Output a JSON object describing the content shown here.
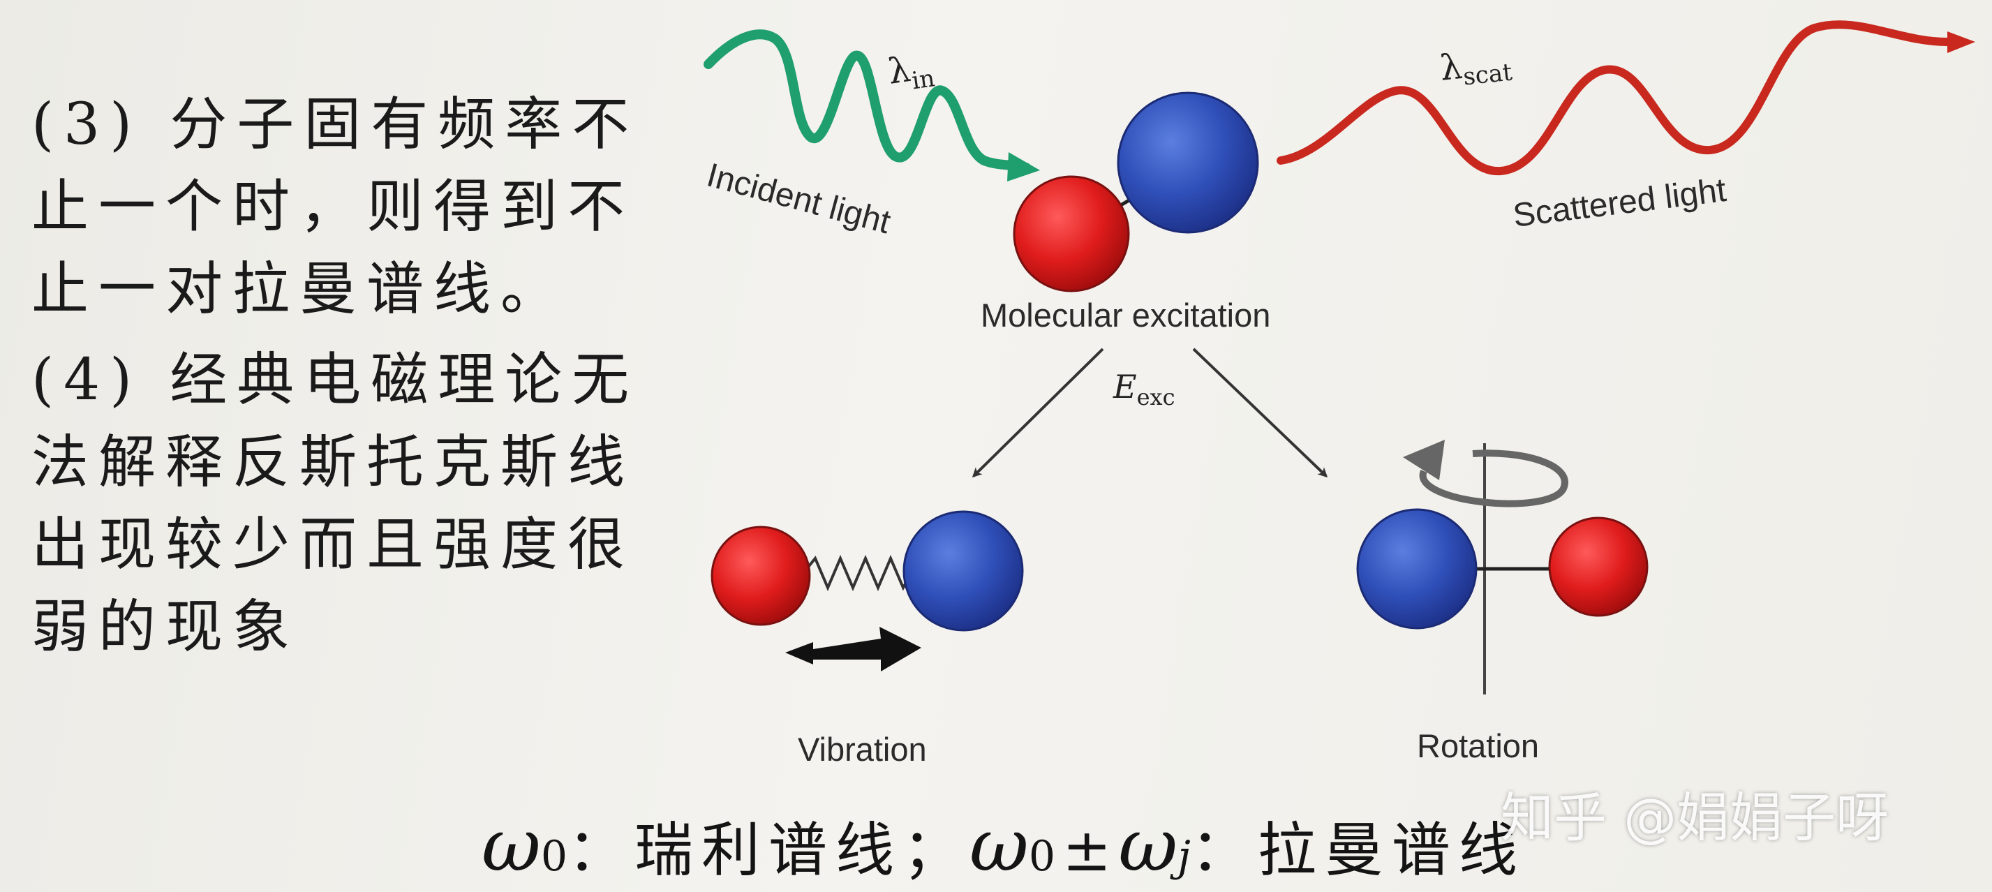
{
  "left_text": {
    "item3": "(3) 分子固有频率不止一个时，则得到不止一对拉曼谱线。",
    "item4": "(4) 经典电磁理论无法解释反斯托克斯线出现较少而且强度很弱的现象"
  },
  "diagram": {
    "incident_label": "Incident light",
    "lambda_in": "λ",
    "lambda_in_sub": "in",
    "scattered_label": "Scattered light",
    "lambda_scat": "λ",
    "lambda_scat_sub": "scat",
    "molecular_label": "Molecular excitation",
    "e_exc": "E",
    "e_exc_sub": "exc",
    "vibration_label": "Vibration",
    "rotation_label": "Rotation"
  },
  "formula": {
    "omega": "ω",
    "sub0": "0",
    "rayleigh": "：瑞利谱线；",
    "pm": "±",
    "subj": "j",
    "raman": "：拉曼谱线"
  },
  "watermark": "知乎 @娟娟子呀",
  "colors": {
    "incident_wave": "#1f9e6e",
    "scattered_wave": "#c8281e",
    "red_atom": "#d81f1f",
    "blue_atom": "#2d4fb3"
  }
}
